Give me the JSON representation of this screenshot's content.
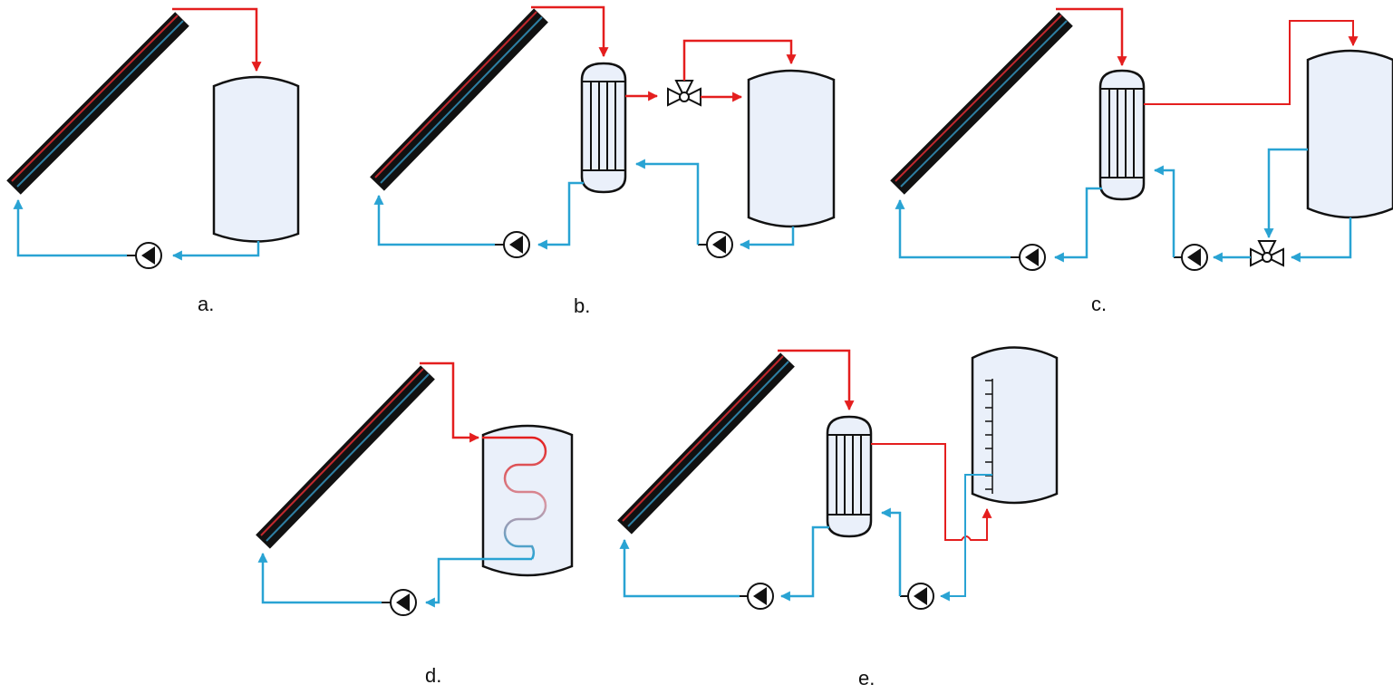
{
  "colors": {
    "hot": "#e41e1e",
    "cold": "#29a3d3",
    "tank_fill": "#eaf0fa",
    "outline": "#111111",
    "collector_dark": "#111111",
    "collector_stripe_red": "#c0282d",
    "collector_stripe_blue": "#2e7fa3"
  },
  "icons": {
    "collector": "solar-collector-icon",
    "tank": "storage-tank-icon",
    "exchanger": "heat-exchanger-icon",
    "valve": "three-way-valve-icon",
    "pump": "pump-icon",
    "coil": "coil-heat-exchanger-icon",
    "level": "level-gauge-icon"
  },
  "panels": [
    {
      "id": "a",
      "label": "a."
    },
    {
      "id": "b",
      "label": "b."
    },
    {
      "id": "c",
      "label": "c."
    },
    {
      "id": "d",
      "label": "d."
    },
    {
      "id": "e",
      "label": "e."
    }
  ]
}
